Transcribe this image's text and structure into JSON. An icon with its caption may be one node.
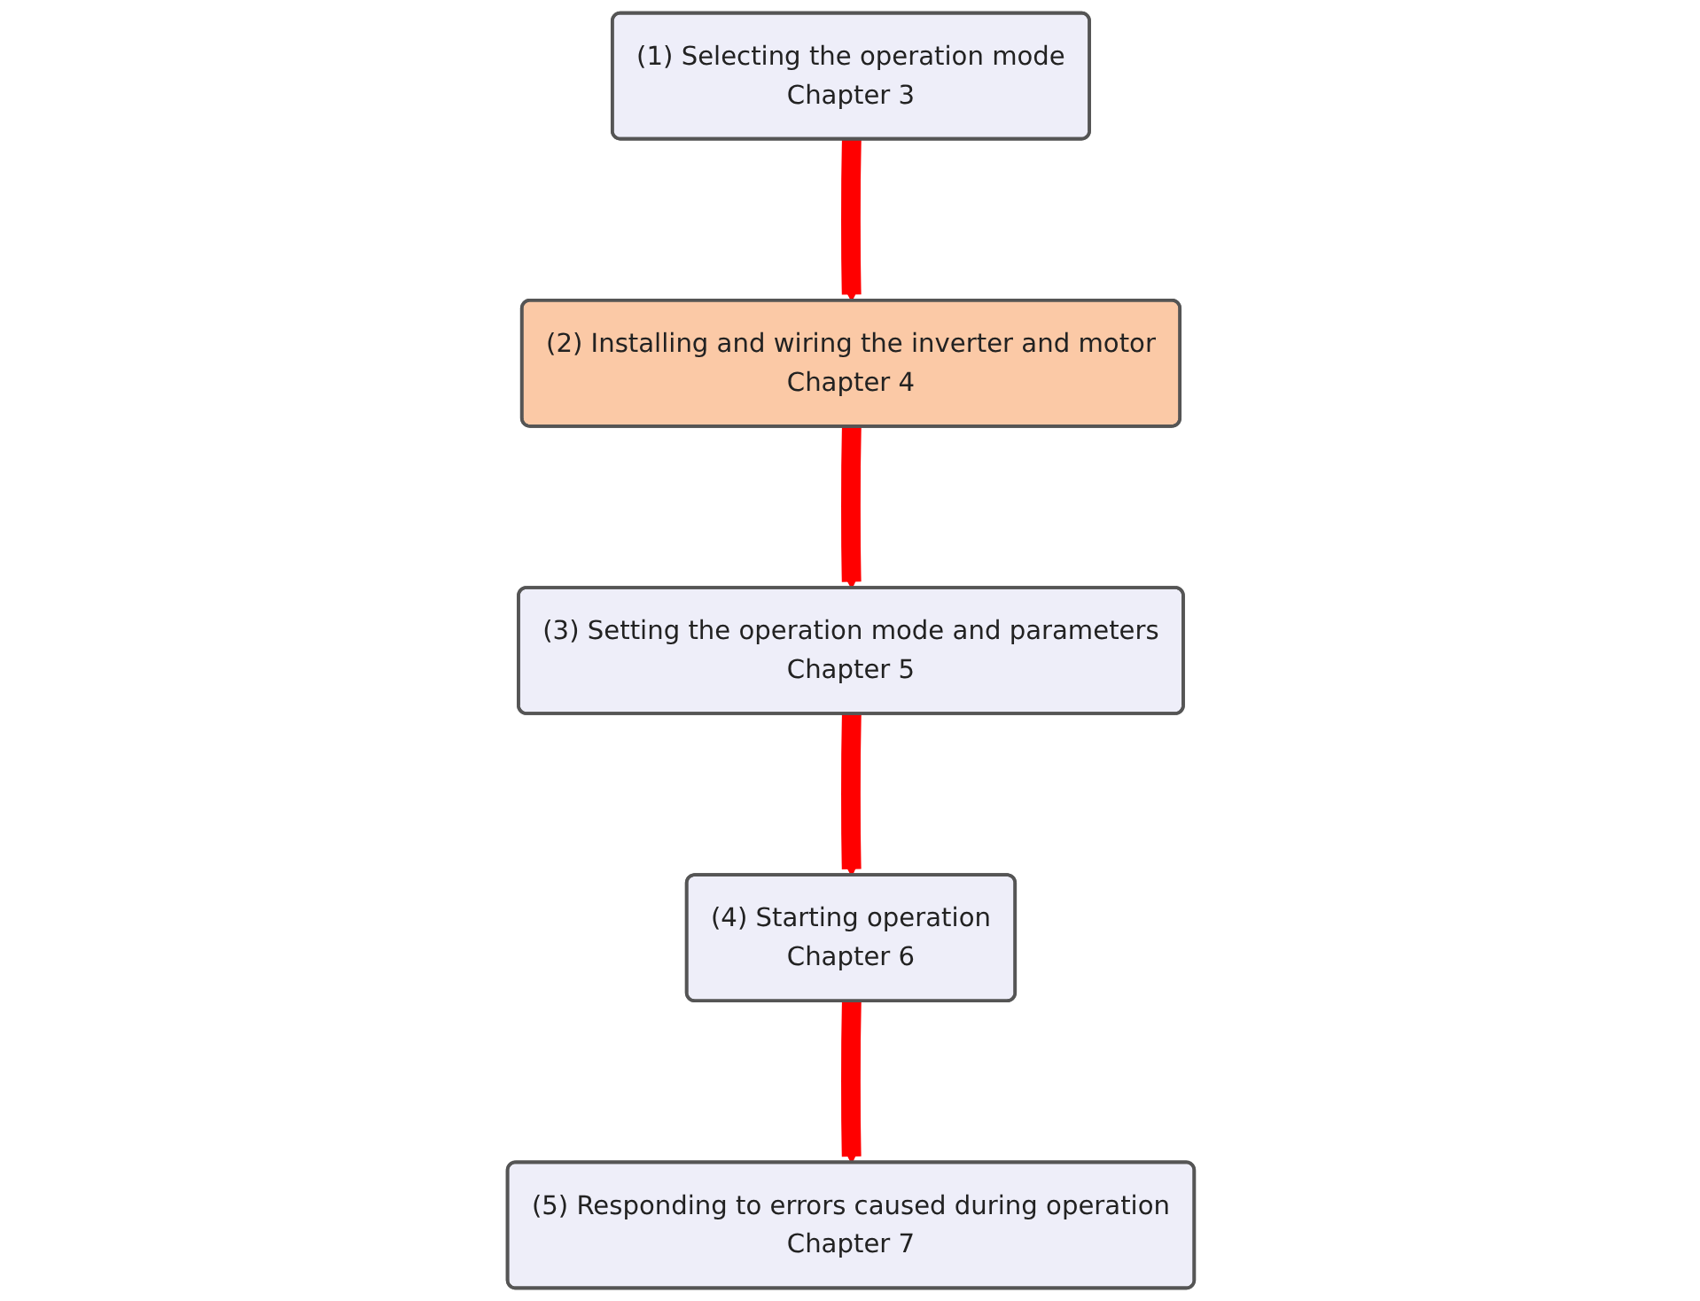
{
  "diagram": {
    "nodes": [
      {
        "text": [
          "(1) Selecting the operation mode",
          "Chapter 3"
        ]
      },
      {
        "text": [
          "(2) Installing and wiring the inverter and motor",
          "Chapter 4"
        ]
      },
      {
        "text": [
          "(3) Setting the operation mode and parameters",
          "Chapter 5"
        ]
      },
      {
        "text": [
          "(4) Starting operation",
          "Chapter 6"
        ]
      },
      {
        "text": [
          "(5) Responding to errors caused during operation",
          "Chapter 7"
        ]
      }
    ],
    "edges": [
      {
        "from": 0,
        "to": 1,
        "arrow": "to"
      },
      {
        "from": 1,
        "to": 2,
        "arrow": "to"
      },
      {
        "from": 2,
        "to": 3,
        "arrow": "to"
      },
      {
        "from": 3,
        "to": 4,
        "arrow": "to"
      }
    ]
  }
}
